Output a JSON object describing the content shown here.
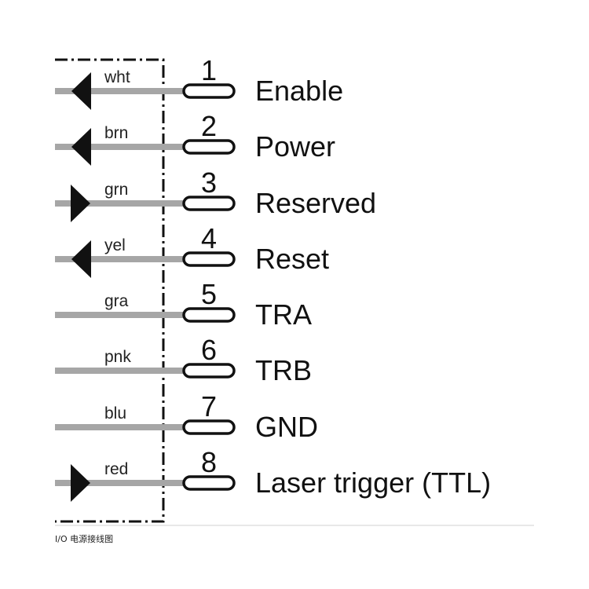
{
  "pins": [
    {
      "number": "1",
      "wire": "wht",
      "label": "Enable",
      "direction": "in"
    },
    {
      "number": "2",
      "wire": "brn",
      "label": "Power",
      "direction": "in"
    },
    {
      "number": "3",
      "wire": "grn",
      "label": "Reserved",
      "direction": "out"
    },
    {
      "number": "4",
      "wire": "yel",
      "label": "Reset",
      "direction": "in"
    },
    {
      "number": "5",
      "wire": "gra",
      "label": "TRA",
      "direction": "none"
    },
    {
      "number": "6",
      "wire": "pnk",
      "label": "TRB",
      "direction": "none"
    },
    {
      "number": "7",
      "wire": "blu",
      "label": "GND",
      "direction": "none"
    },
    {
      "number": "8",
      "wire": "red",
      "label": "Laser trigger (TTL)",
      "direction": "out"
    }
  ],
  "caption": "I/O 电源接线图",
  "colors": {
    "wire": "#a6a6a6",
    "ink": "#111111",
    "divider": "#e0e0e0"
  }
}
